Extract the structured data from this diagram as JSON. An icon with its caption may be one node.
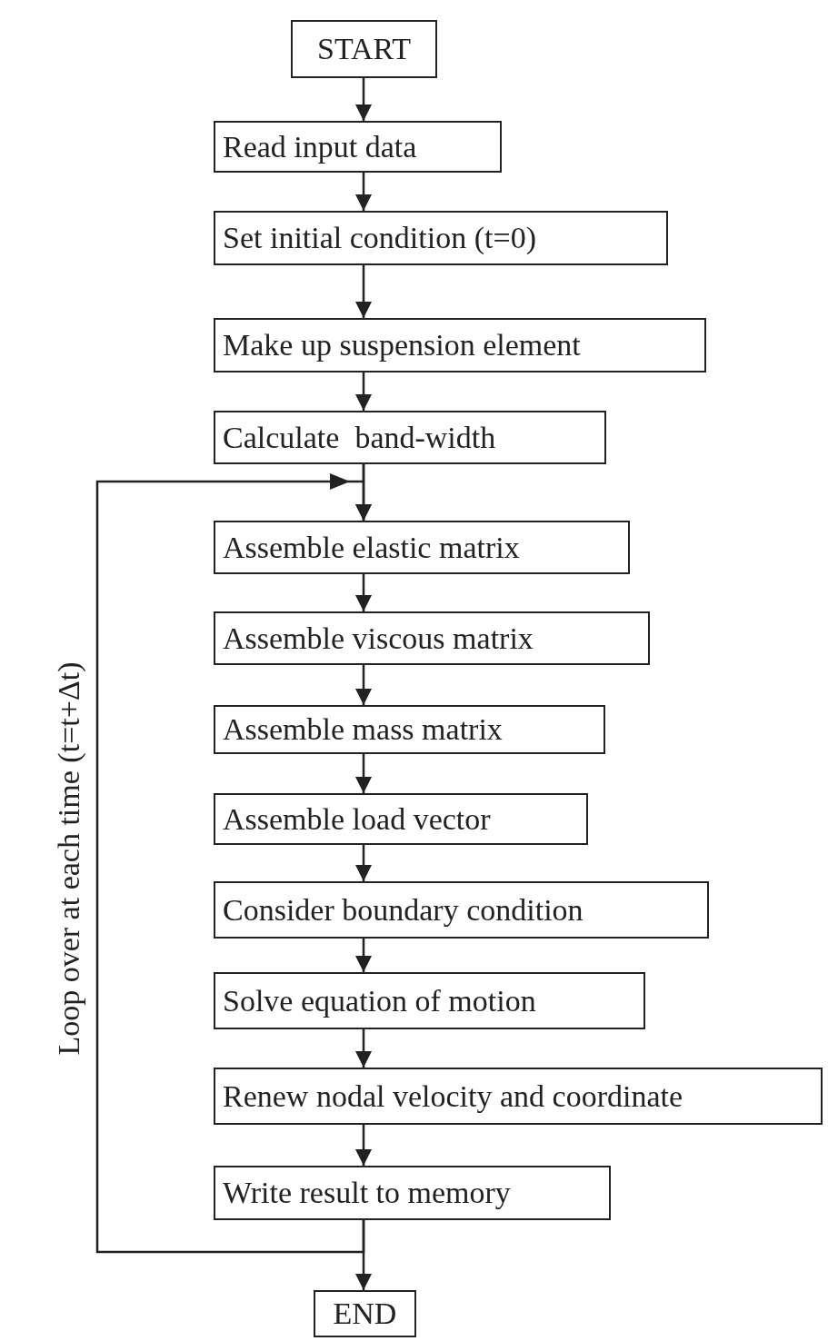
{
  "diagram": {
    "nodes": [
      {
        "text": [
          "START"
        ]
      },
      {
        "text": [
          "Read input data"
        ]
      },
      {
        "text": [
          "Set initial condition (t=0)"
        ]
      },
      {
        "text": [
          "Make up suspension element"
        ]
      },
      {
        "text": [
          "Calculate  band-width"
        ]
      },
      {
        "text": [
          "Assemble elastic matrix"
        ]
      },
      {
        "text": [
          "Assemble viscous matrix"
        ]
      },
      {
        "text": [
          "Assemble mass matrix"
        ]
      },
      {
        "text": [
          "Assemble load vector"
        ]
      },
      {
        "text": [
          "Consider boundary condition"
        ]
      },
      {
        "text": [
          "Solve equation of motion"
        ]
      },
      {
        "text": [
          "Renew nodal velocity and coordinate"
        ]
      },
      {
        "text": [
          "Write result to memory"
        ]
      },
      {
        "text": [
          "END"
        ]
      }
    ],
    "edges": [
      {
        "from": 0,
        "to": 1,
        "arrow": "to"
      },
      {
        "from": 1,
        "to": 2,
        "arrow": "to"
      },
      {
        "from": 2,
        "to": 3,
        "arrow": "to"
      },
      {
        "from": 3,
        "to": 4,
        "arrow": "to"
      },
      {
        "from": 4,
        "to": 5,
        "arrow": "to"
      },
      {
        "from": 5,
        "to": 6,
        "arrow": "to"
      },
      {
        "from": 6,
        "to": 7,
        "arrow": "to"
      },
      {
        "from": 7,
        "to": 8,
        "arrow": "to"
      },
      {
        "from": 8,
        "to": 9,
        "arrow": "to"
      },
      {
        "from": 9,
        "to": 10,
        "arrow": "to"
      },
      {
        "from": 10,
        "to": 11,
        "arrow": "to"
      },
      {
        "from": 11,
        "to": 12,
        "arrow": "to"
      },
      {
        "from": 12,
        "to": 13,
        "arrow": "to"
      },
      {
        "from": 12,
        "to": 5,
        "arrow": "to",
        "label": "Loop over at each time (t=t+Δt)"
      }
    ]
  }
}
